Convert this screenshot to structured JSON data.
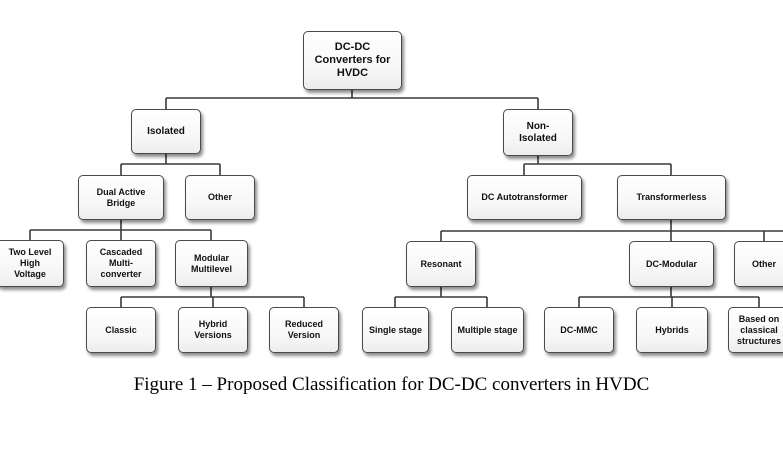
{
  "nodes": {
    "root": "DC-DC\nConverters for\nHVDC",
    "isolated": "Isolated",
    "non_isolated": "Non-\nIsolated",
    "dual_active_bridge": "Dual Active Bridge",
    "other_isolated": "Other",
    "dc_autotransformer": "DC Autotransformer",
    "transformerless": "Transformerless",
    "two_level": "Two Level High\nVoltage",
    "cascaded": "Cascaded\nMulti-\nconverter",
    "modular_multilevel": "Modular\nMultilevel",
    "resonant": "Resonant",
    "dc_modular": "DC-Modular",
    "other_transformerless": "Other",
    "classic": "Classic",
    "hybrid_versions": "Hybrid\nVersions",
    "reduced_version": "Reduced\nVersion",
    "single_stage": "Single stage",
    "multiple_stage": "Multiple stage",
    "dc_mmc": "DC-MMC",
    "hybrids": "Hybrids",
    "based_on_classical": "Based on\nclassical\nstructures"
  },
  "caption": "Figure 1 – Proposed Classification for DC-DC converters in HVDC",
  "colors": {
    "line": "#3a3a3a",
    "border": "#4a4a4a",
    "text": "#111111"
  }
}
